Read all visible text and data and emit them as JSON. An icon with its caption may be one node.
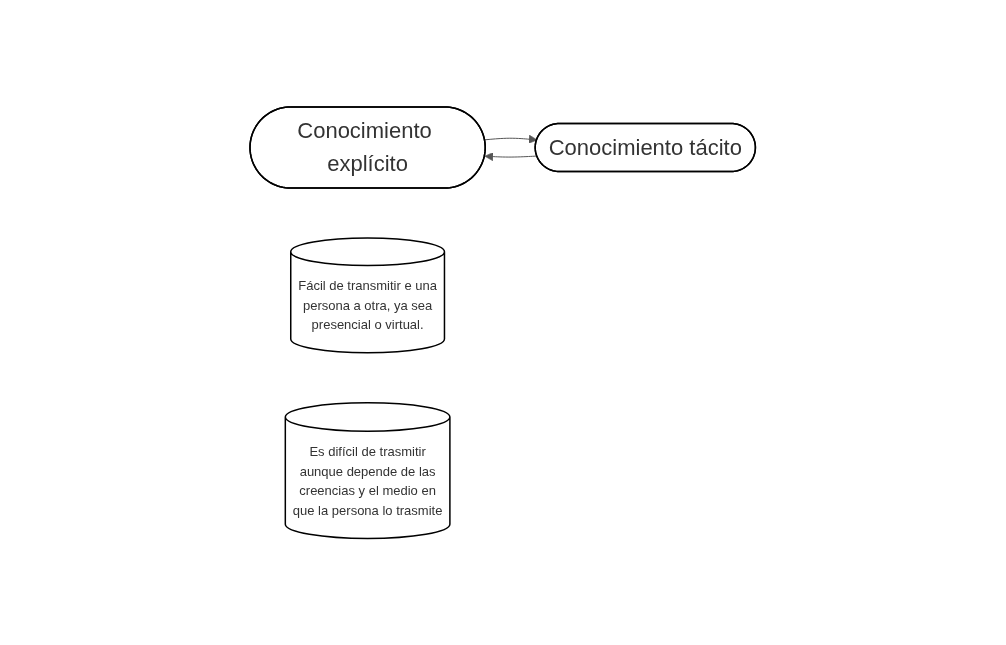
{
  "diagram": {
    "nodes": [
      {
        "text": [
          "Conocimiento explícito"
        ]
      },
      {
        "text": [
          "Conocimiento tácito"
        ]
      },
      {
        "text": [
          "Fácil de transmitir e una persona a otra, ya sea presencial o virtual."
        ]
      },
      {
        "text": [
          "Es difícil de trasmitir aunque depende de las creencias y el medio en que la persona lo trasmite"
        ]
      }
    ],
    "edges": [
      {
        "from": 0,
        "to": 1,
        "arrow": "to"
      },
      {
        "from": 1,
        "to": 0,
        "arrow": "to"
      }
    ]
  }
}
